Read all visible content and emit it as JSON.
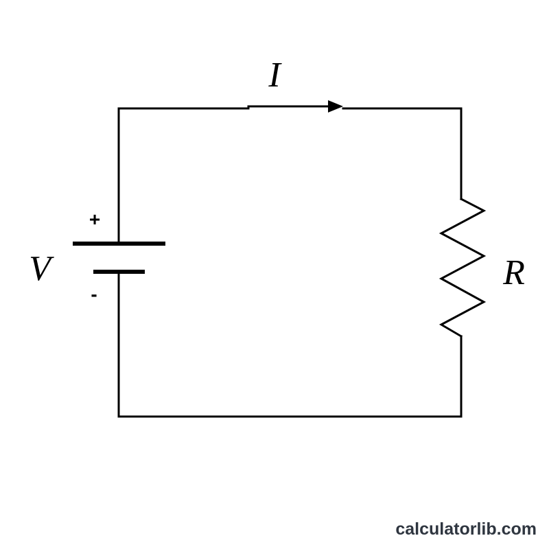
{
  "labels": {
    "voltage": "V",
    "current": "I",
    "resistance": "R",
    "positive": "+",
    "negative": "-"
  },
  "watermark": "calculatorlib.com",
  "colors": {
    "line": "#000000",
    "background": "#ffffff",
    "watermark": "#2f3640"
  }
}
